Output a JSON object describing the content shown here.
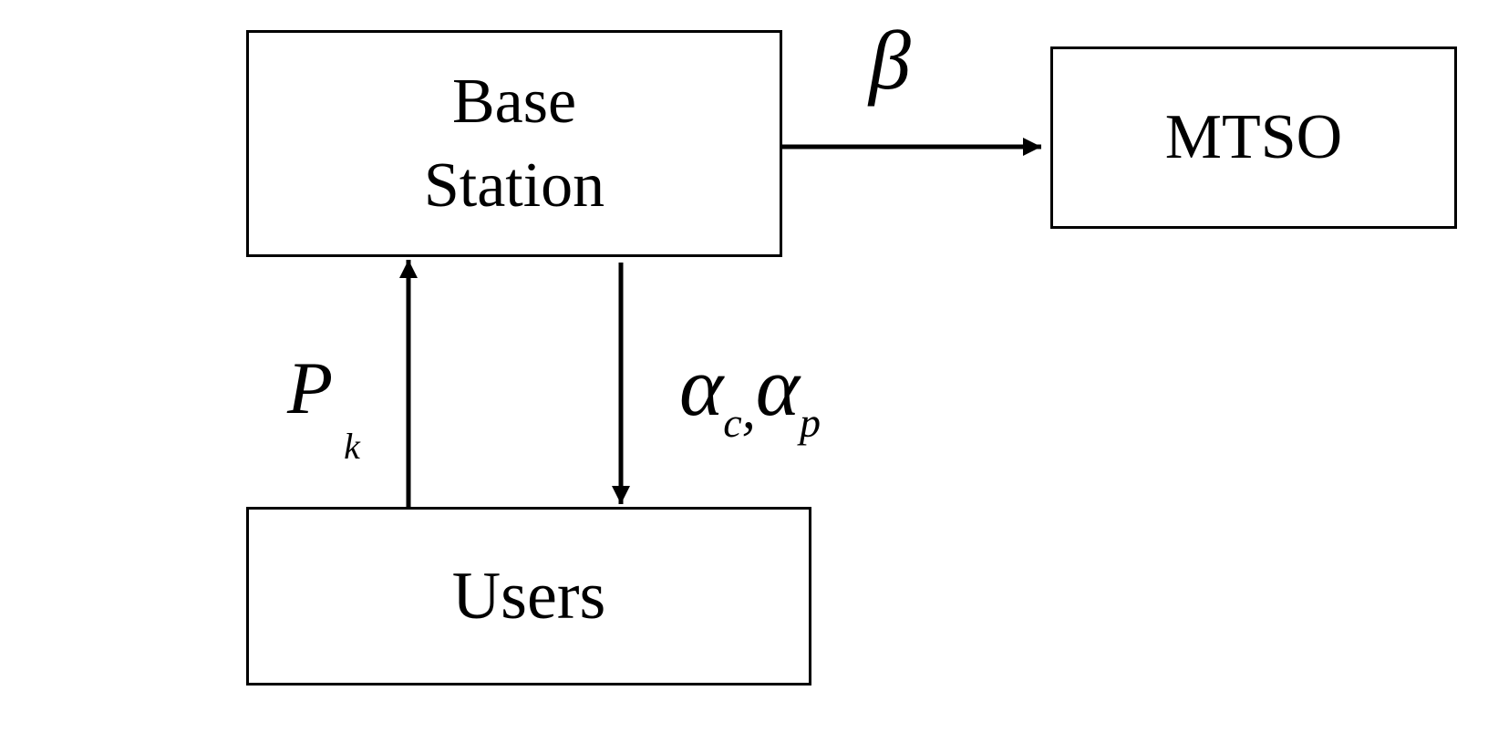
{
  "diagram": {
    "nodes": {
      "base_station": {
        "line1": "Base",
        "line2": "Station"
      },
      "mtso": {
        "label": "MTSO"
      },
      "users": {
        "label": "Users"
      }
    },
    "edges": {
      "base_to_mtso": {
        "from": "Base Station",
        "to": "MTSO",
        "label": "β"
      },
      "users_to_base": {
        "from": "Users",
        "to": "Base Station",
        "label_main": "P",
        "label_sub": "k"
      },
      "base_to_users": {
        "from": "Base Station",
        "to": "Users",
        "label_a": "α",
        "label_a_sub": "c",
        "separator": ",",
        "label_b": "α",
        "label_b_sub": "p"
      }
    }
  }
}
